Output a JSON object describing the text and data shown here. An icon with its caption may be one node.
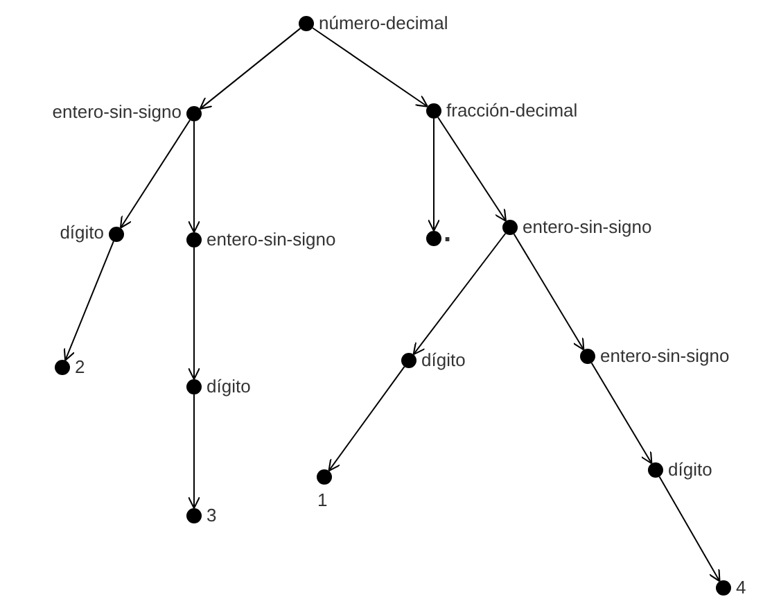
{
  "diagram": {
    "nodes": [
      {
        "text": [],
        "shape": "circle",
        "beside": [
          "número-decimal"
        ]
      },
      {
        "text": [],
        "shape": "circle",
        "beside": [
          "entero-sin-signo"
        ]
      },
      {
        "text": [],
        "shape": "circle",
        "beside": [
          "fracción-decimal"
        ]
      },
      {
        "text": [],
        "shape": "circle",
        "beside": [
          "dígito"
        ]
      },
      {
        "text": [],
        "shape": "circle",
        "beside": [
          "entero-sin-signo"
        ]
      },
      {
        "text": [],
        "shape": "circle",
        "beside": [
          "."
        ]
      },
      {
        "text": [],
        "shape": "circle",
        "beside": [
          "entero-sin-signo"
        ]
      },
      {
        "text": [],
        "shape": "circle",
        "beside": [
          "2"
        ]
      },
      {
        "text": [],
        "shape": "circle",
        "beside": [
          "dígito"
        ]
      },
      {
        "text": [],
        "shape": "circle",
        "beside": [
          "dígito"
        ]
      },
      {
        "text": [],
        "shape": "circle",
        "beside": [
          "entero-sin-signo"
        ]
      },
      {
        "text": [],
        "shape": "circle",
        "beside": [
          "3"
        ]
      },
      {
        "text": [],
        "shape": "circle",
        "beside": [
          "1"
        ]
      },
      {
        "text": [],
        "shape": "circle",
        "beside": [
          "dígito"
        ]
      },
      {
        "text": [],
        "shape": "circle",
        "beside": [
          "4"
        ]
      }
    ],
    "edges": [
      {
        "from": 0,
        "to": 1,
        "arrow": "to"
      },
      {
        "from": 0,
        "to": 2,
        "arrow": "to"
      },
      {
        "from": 1,
        "to": 3,
        "arrow": "to"
      },
      {
        "from": 1,
        "to": 4,
        "arrow": "to"
      },
      {
        "from": 2,
        "to": 5,
        "arrow": "to"
      },
      {
        "from": 2,
        "to": 6,
        "arrow": "to"
      },
      {
        "from": 3,
        "to": 7,
        "arrow": "to"
      },
      {
        "from": 4,
        "to": 8,
        "arrow": "to"
      },
      {
        "from": 8,
        "to": 11,
        "arrow": "to"
      },
      {
        "from": 6,
        "to": 9,
        "arrow": "to"
      },
      {
        "from": 6,
        "to": 10,
        "arrow": "to"
      },
      {
        "from": 9,
        "to": 12,
        "arrow": "to"
      },
      {
        "from": 10,
        "to": 13,
        "arrow": "to"
      },
      {
        "from": 13,
        "to": 14,
        "arrow": "to"
      }
    ]
  }
}
